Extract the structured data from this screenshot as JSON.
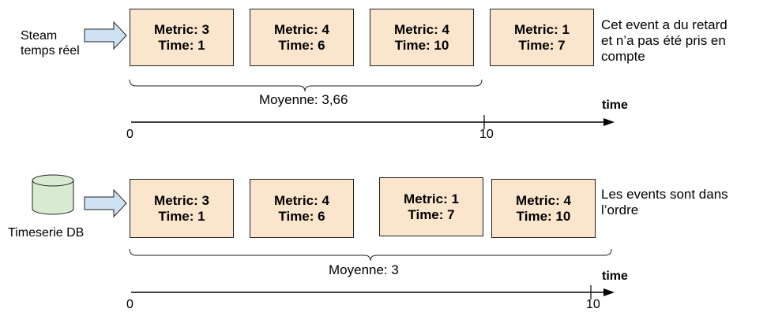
{
  "colors": {
    "box_fill": "#fce5cd",
    "arrow_fill": "#cfe2f3",
    "db_fill": "#d9ead3",
    "stroke": "#222222"
  },
  "top": {
    "source_label": "Steam\ntemps réel",
    "source_icon": "block-arrow-icon",
    "events": [
      {
        "metric": "Metric: 3",
        "time": "Time: 1"
      },
      {
        "metric": "Metric: 4",
        "time": "Time: 6"
      },
      {
        "metric": "Metric: 4",
        "time": "Time: 10"
      },
      {
        "metric": "Metric: 1",
        "time": "Time: 7"
      }
    ],
    "note": "Cet event a du retard\net n’a pas été pris en\ncompte",
    "average": "Moyenne: 3,66",
    "axis": {
      "label": "time",
      "start": "0",
      "end": "10"
    }
  },
  "bottom": {
    "source_label": "Timeserie DB",
    "source_icon": "database-icon",
    "events": [
      {
        "metric": "Metric: 3",
        "time": "Time: 1"
      },
      {
        "metric": "Metric: 4",
        "time": "Time: 6"
      },
      {
        "metric": "Metric: 1",
        "time": "Time: 7"
      },
      {
        "metric": "Metric: 4",
        "time": "Time: 10"
      }
    ],
    "note": "Les events sont dans\nl’ordre",
    "average": "Moyenne: 3",
    "axis": {
      "label": "time",
      "start": "0",
      "end": "10"
    }
  }
}
